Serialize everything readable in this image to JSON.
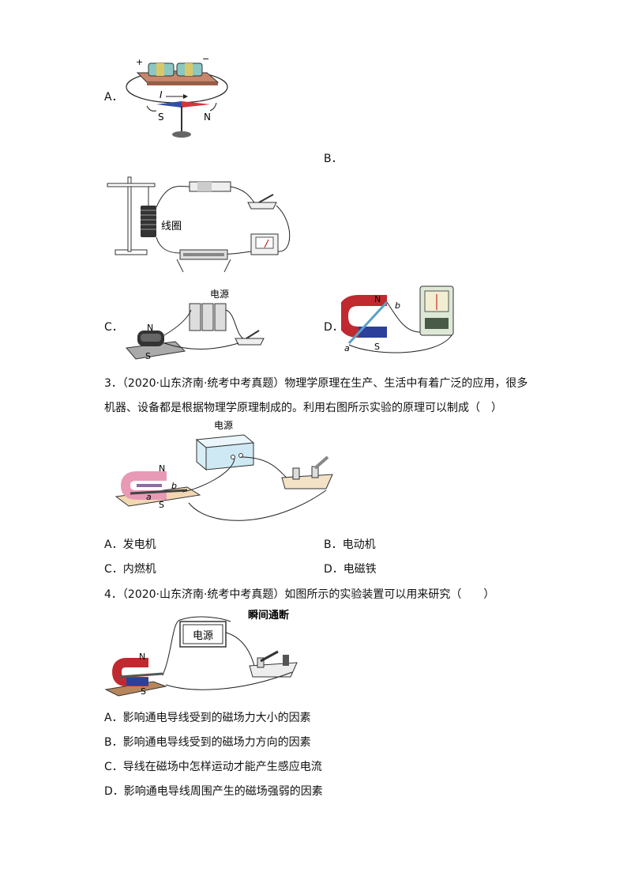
{
  "q2": {
    "option_a_label": "A．",
    "option_b_label": "B．",
    "option_c_label": "C．",
    "option_d_label": "D．",
    "fig_a": {
      "plus": "+",
      "minus": "−",
      "current": "I",
      "south": "S",
      "north": "N"
    },
    "fig_b": {
      "coil": "线圈"
    },
    "fig_c": {
      "source": "电源",
      "north": "N",
      "south": "S"
    },
    "fig_d": {
      "north": "N",
      "south": "S",
      "a": "a",
      "b": "b"
    }
  },
  "q3": {
    "stem_line1": "3．（2020·山东济南·统考中考真题）物理学原理在生产、生活中有着广泛的应用，很多",
    "stem_line2": "机器、设备都是根据物理学原理制成的。利用右图所示实验的原理可以制成（　）",
    "figure": {
      "source": "电源",
      "north": "N",
      "south": "S",
      "a": "a",
      "b": "b"
    },
    "options": {
      "A": "A．发电机",
      "B": "B．电动机",
      "C": "C．内燃机",
      "D": "D．电磁铁"
    }
  },
  "q4": {
    "stem": "4．（2020·山东济南·统考中考真题）如图所示的实验装置可以用来研究（　　）",
    "figure": {
      "title": "瞬间通断",
      "source": "电源",
      "north": "N",
      "south": "S"
    },
    "options": {
      "A": "A．影响通电导线受到的磁场力大小的因素",
      "B": "B．影响通电导线受到的磁场力方向的因素",
      "C": "C．导线在磁场中怎样运动才能产生感应电流",
      "D": "D．影响通电导线周围产生的磁场强弱的因素"
    }
  }
}
